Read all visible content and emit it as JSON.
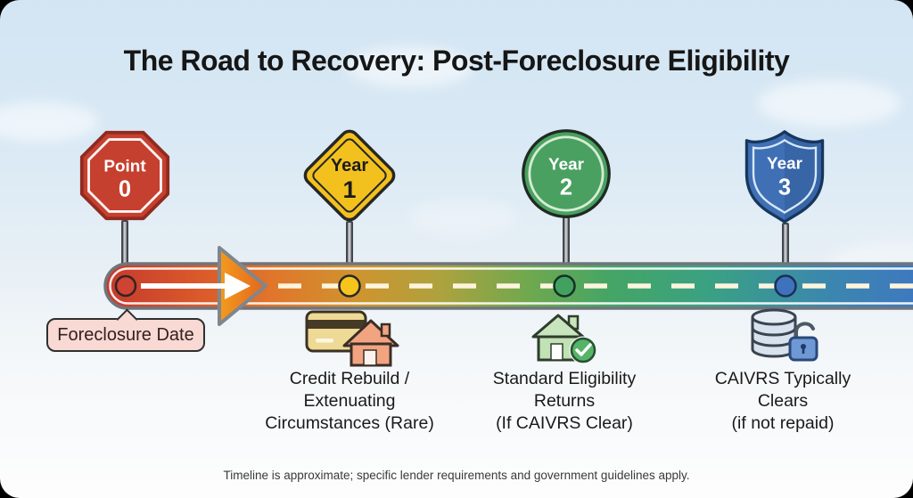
{
  "title": "The Road to Recovery: Post-Foreclosure Eligibility",
  "footer": "Timeline is approximate; specific lender requirements and government guidelines apply.",
  "timeline": {
    "start_callout": "Foreclosure Date",
    "road_gradient": [
      "#c43a2e",
      "#d8562a",
      "#e0762b",
      "#cf942f",
      "#ada23e",
      "#72a84e",
      "#45a565",
      "#3aa183",
      "#3b87ae",
      "#3f74c5"
    ],
    "arrow_color": "#ee8822"
  },
  "milestones": [
    {
      "sign_shape": "stop-octagon",
      "sign_word": "Point",
      "sign_value": "0",
      "sign_color": "#c6402f",
      "marker_color": "#ce4333",
      "caption": [
        "",
        "",
        ""
      ]
    },
    {
      "sign_shape": "warning-diamond",
      "sign_word": "Year",
      "sign_value": "1",
      "sign_color": "#f3c11e",
      "marker_color": "#f6c51c",
      "icon": "credit-card-house-icon",
      "caption": [
        "Credit Rebuild /",
        "Extenuating",
        "Circumstances (Rare)"
      ]
    },
    {
      "sign_shape": "go-circle",
      "sign_word": "Year",
      "sign_value": "2",
      "sign_color": "#4aa061",
      "marker_color": "#43a15f",
      "icon": "house-check-icon",
      "caption": [
        "Standard Eligibility",
        "Returns",
        "(If CAIVRS Clear)"
      ]
    },
    {
      "sign_shape": "shield",
      "sign_word": "Year",
      "sign_value": "3",
      "sign_color": "#3f70b6",
      "marker_color": "#3e72bd",
      "icon": "database-lock-icon",
      "caption": [
        "CAIVRS Typically",
        "Clears",
        "(if not repaid)"
      ]
    }
  ]
}
